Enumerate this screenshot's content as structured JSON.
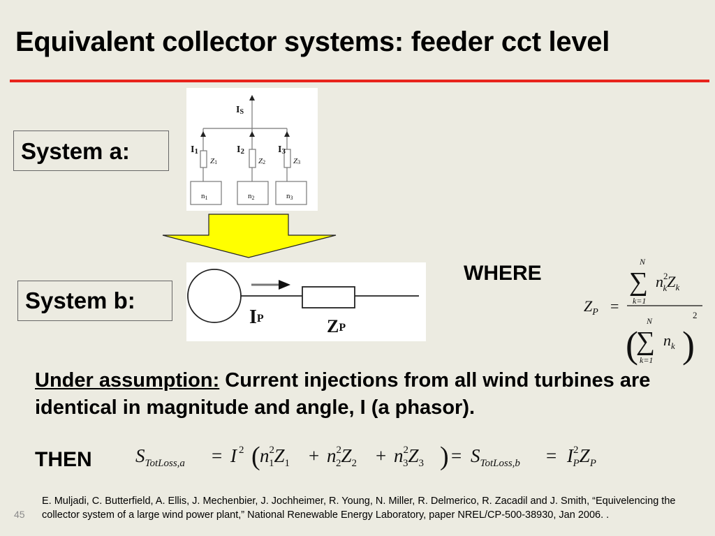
{
  "slide": {
    "title": "Equivalent collector systems: feeder cct level",
    "number": "45",
    "accent_color": "#e8241c",
    "arrow_color": "#ffff00"
  },
  "system_a": {
    "label": "System a:",
    "diagram": {
      "source_current": "I",
      "source_sub": "S",
      "branches": [
        {
          "current": "I",
          "current_sub": "1",
          "impedance": "Z",
          "impedance_sub": "1",
          "node": "n",
          "node_sub": "1"
        },
        {
          "current": "I",
          "current_sub": "2",
          "impedance": "Z",
          "impedance_sub": "2",
          "node": "n",
          "node_sub": "2"
        },
        {
          "current": "I",
          "current_sub": "3",
          "impedance": "Z",
          "impedance_sub": "3",
          "node": "n",
          "node_sub": "3"
        }
      ]
    }
  },
  "system_b": {
    "label": "System b:",
    "current": "I",
    "current_sub": "P",
    "impedance": "Z",
    "impedance_sub": "P"
  },
  "where_label": "WHERE",
  "formula_zp": {
    "lhs": "Z",
    "lhs_sub": "P",
    "equals": "=",
    "sum_upper": "N",
    "sum_lower": "k=1",
    "num_var": "n",
    "num_var_sup": "2",
    "num_var_sub": "k",
    "num_var2": "Z",
    "num_var2_sub": "k",
    "den_var": "n",
    "den_var_sub": "k",
    "den_power": "2"
  },
  "assumption": {
    "lead": "Under assumption:",
    "text": " Current injections from all wind turbines are identical in magnitude and angle, I (a phasor)."
  },
  "then_label": "THEN",
  "formula_loss": {
    "S": "S",
    "sub_a": "TotLoss,a",
    "eq1": "=",
    "I": "I",
    "I_sup": "2",
    "lparen": "(",
    "n": "n",
    "sub1": "1",
    "sub2": "2",
    "sub3": "3",
    "sup2": "2",
    "Z": "Z",
    "plus": "+",
    "rparen": ")",
    "eq2": "=",
    "sub_b": "TotLoss,b",
    "eq3": "=",
    "I_P_sub": "P",
    "Z_P_sub": "P"
  },
  "reference": "E. Muljadi, C. Butterfield, A. Ellis, J. Mechenbier, J. Jochheimer, R. Young, N. Miller, R. Delmerico, R. Zacadil and J. Smith, “Equivelencing the collector system of a large wind power plant,” National Renewable Energy Laboratory, paper NREL/CP-500-38930, Jan 2006. ."
}
